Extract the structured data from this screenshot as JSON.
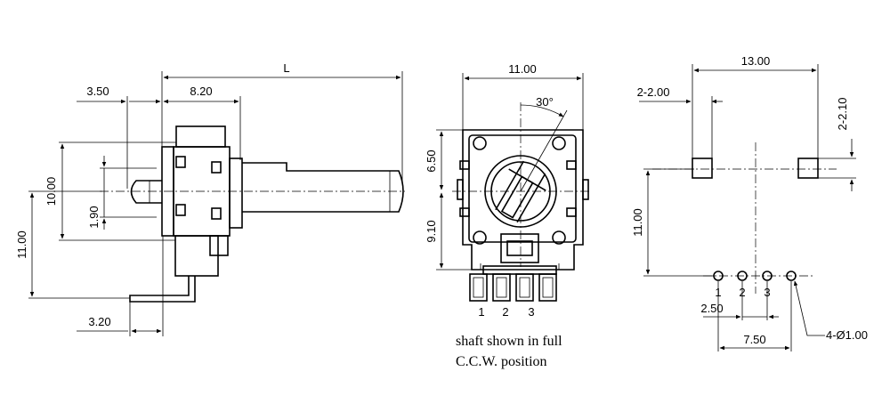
{
  "side_view": {
    "dim_L": "L",
    "dim_3_50": "3.50",
    "dim_8_20": "8.20",
    "dim_10_00": "10.00",
    "dim_1_90": "1.90",
    "dim_11_00": "11.00",
    "dim_3_20": "3.20"
  },
  "front_view": {
    "dim_11_00": "11.00",
    "dim_6_50": "6.50",
    "dim_9_10": "9.10",
    "angle_30": "30°",
    "pin_1": "1",
    "pin_2": "2",
    "pin_3": "3"
  },
  "pcb_layout": {
    "dim_13_00": "13.00",
    "dim_2_2_00": "2-2.00",
    "dim_2_2_10": "2-2.10",
    "dim_11_00": "11.00",
    "dim_2_50": "2.50",
    "dim_7_50": "7.50",
    "dim_holes": "4-Ø1.00",
    "pin_1": "1",
    "pin_2": "2",
    "pin_3": "3"
  },
  "note": {
    "line1": "shaft shown in full",
    "line2": "C.C.W. position"
  }
}
